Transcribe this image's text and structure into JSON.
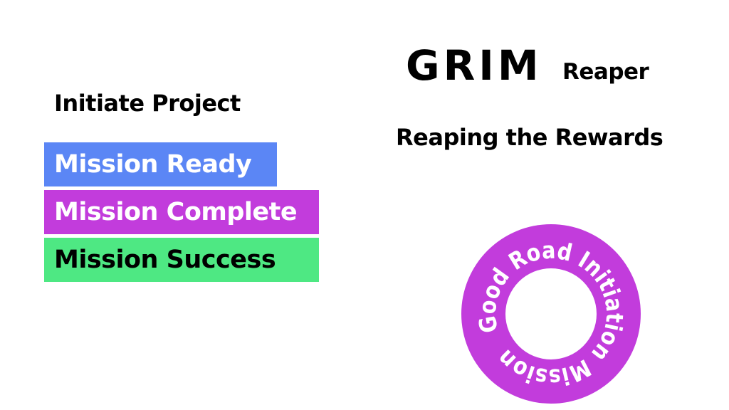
{
  "header": {
    "title_main": "GRIM",
    "title_suffix": "Reaper",
    "subtitle": "Reaping the Rewards"
  },
  "left": {
    "heading": "Initiate Project",
    "labels": [
      {
        "text": "Mission Ready",
        "color": "#5b86f5"
      },
      {
        "text": "Mission Complete",
        "color": "#c23cdc"
      },
      {
        "text": "Mission Success",
        "color": "#4ee883"
      }
    ]
  },
  "badge": {
    "ring_text": "Good Road Initiation Mission",
    "color": "#c23cdc"
  }
}
